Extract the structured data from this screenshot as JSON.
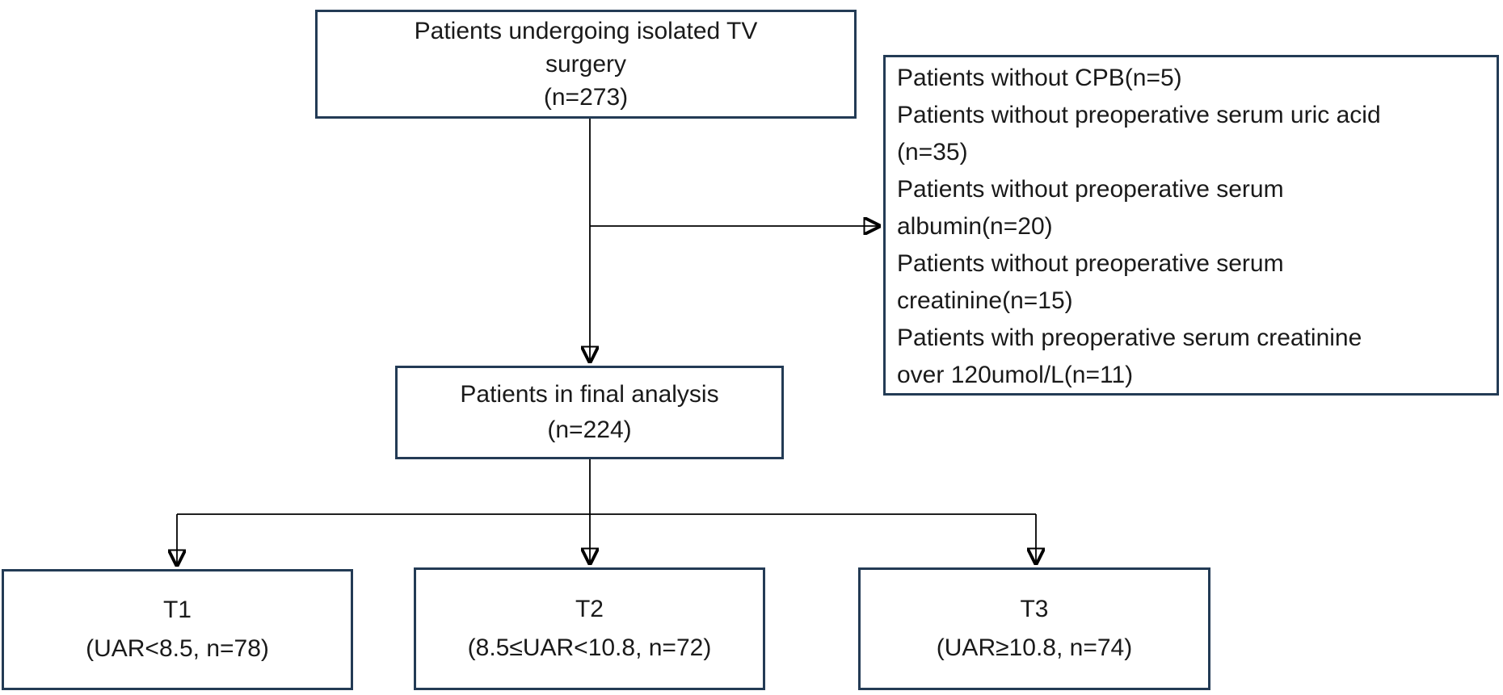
{
  "colors": {
    "box_border": "#233b55",
    "connector": "#000000",
    "text": "#1a1a1a",
    "background": "#ffffff"
  },
  "boxes": {
    "total": {
      "lines": [
        "Patients undergoing isolated TV",
        "surgery",
        "(n=273)"
      ]
    },
    "exclusions": {
      "lines": [
        "Patients without CPB(n=5)",
        "Patients without preoperative serum uric acid",
        "(n=35)",
        "Patients without preoperative serum",
        "albumin(n=20)",
        "Patients without preoperative serum",
        "creatinine(n=15)",
        "Patients with preoperative serum creatinine",
        "over 120umol/L(n=11)"
      ]
    },
    "final": {
      "lines": [
        "Patients in final analysis",
        "(n=224)"
      ]
    },
    "t1": {
      "label": "T1",
      "detail": "(UAR<8.5, n=78)"
    },
    "t2": {
      "label": "T2",
      "detail": "(8.5≤UAR<10.8, n=72)"
    },
    "t3": {
      "label": "T3",
      "detail": "(UAR≥10.8, n=74)"
    }
  }
}
